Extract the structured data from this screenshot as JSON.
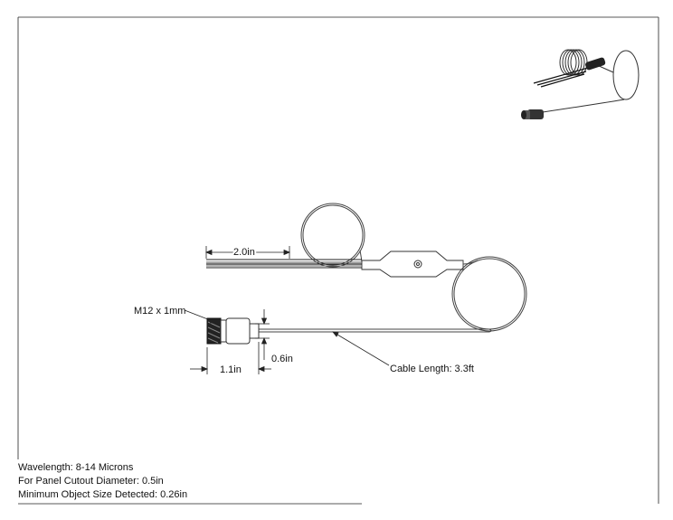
{
  "labels": {
    "cable_length": "Cable Length: 3.3ft",
    "lead_length": "2.0in",
    "thread": "M12 x 1mm",
    "head_length": "1.1in",
    "head_diameter": "0.6in"
  },
  "specs": [
    "Wavelength: 8-14 Microns",
    "For Panel Cutout Diameter: 0.5in",
    "Minimum Object Size Detected: 0.26in"
  ]
}
